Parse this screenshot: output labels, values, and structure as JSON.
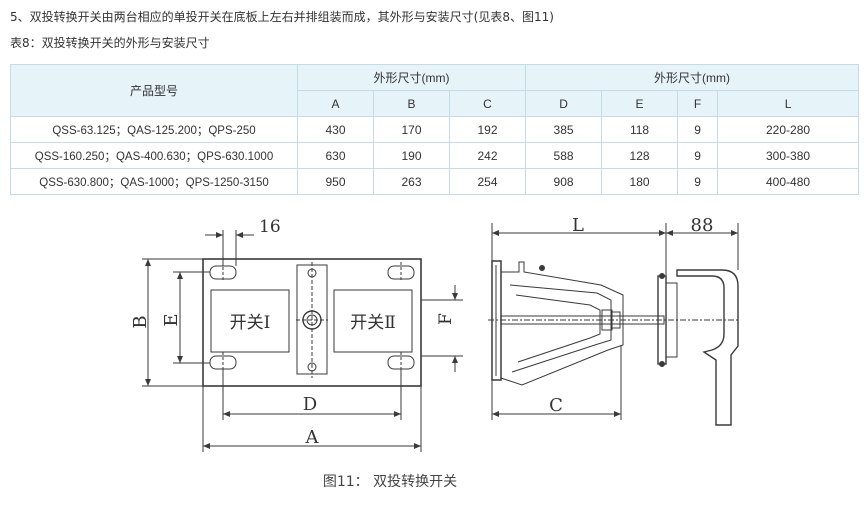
{
  "intro": "5、双投转换开关由两台相应的单投开关在底板上左右并排组装而成，其外形与安装尺寸(见表8、图11)",
  "table_caption": "表8：双投转换开关的外形与安装尺寸",
  "table": {
    "model_header": "产品型号",
    "group1_header": "外形尺寸(mm)",
    "group2_header": "外形尺寸(mm)",
    "columns": [
      "A",
      "B",
      "C",
      "D",
      "E",
      "F",
      "L"
    ],
    "rows": [
      {
        "model": "QSS-63.125；QAS-125.200；QPS-250",
        "A": "430",
        "B": "170",
        "C": "192",
        "D": "385",
        "E": "118",
        "F": "9",
        "L": "220-280"
      },
      {
        "model": "QSS-160.250；QAS-400.630；QPS-630.1000",
        "A": "630",
        "B": "190",
        "C": "242",
        "D": "588",
        "E": "128",
        "F": "9",
        "L": "300-380"
      },
      {
        "model": "QSS-630.800；QAS-1000；QPS-1250-3150",
        "A": "950",
        "B": "263",
        "C": "254",
        "D": "908",
        "E": "180",
        "F": "9",
        "L": "400-480"
      }
    ]
  },
  "figure": {
    "dim_16": "16",
    "dim_88": "88",
    "label_A": "A",
    "label_B": "B",
    "label_C": "C",
    "label_D": "D",
    "label_E": "E",
    "label_F": "F",
    "label_L": "L",
    "switch_1": "开关Ⅰ",
    "switch_2": "开关Ⅱ",
    "caption": "图11：  双投转换开关"
  }
}
